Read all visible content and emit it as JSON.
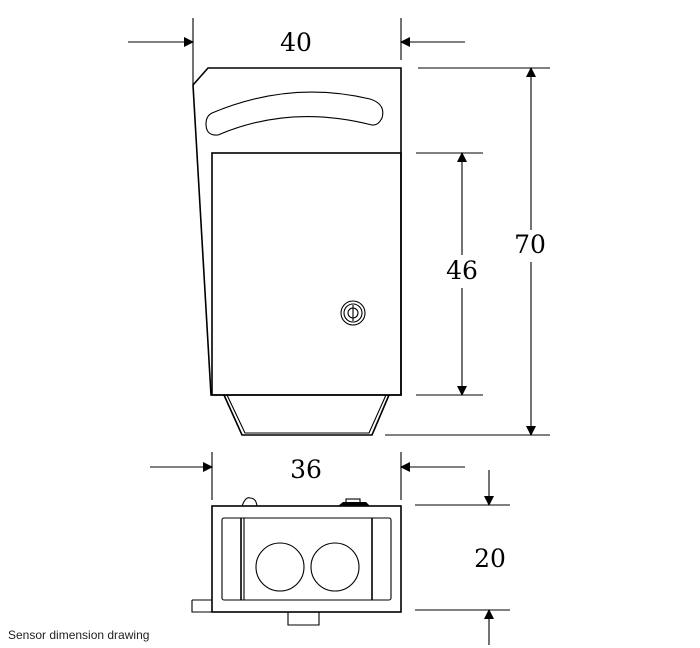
{
  "title": "Sensor dimension drawing",
  "dimensions": {
    "top_width": "40",
    "total_height": "70",
    "body_height": "46",
    "bottom_width": "36",
    "bottom_depth": "20"
  },
  "line_color": "#000000",
  "background": "#ffffff"
}
